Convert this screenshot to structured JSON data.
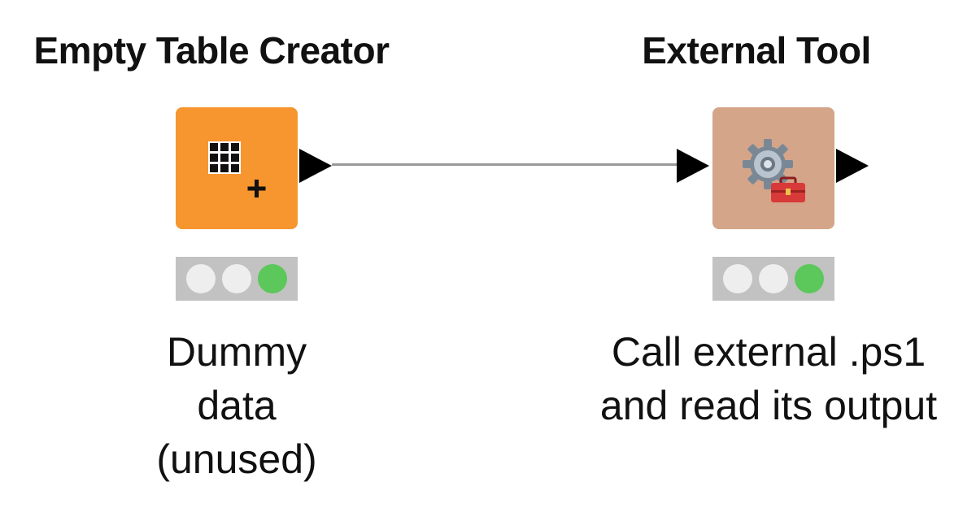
{
  "colors": {
    "source_node": "#f7952f",
    "tool_node": "#d4a589",
    "connection": "#999999",
    "port": "#000000",
    "status_bar": "#c2c2c2",
    "light_off": "#eeeeee",
    "light_on": "#5cc75a"
  },
  "nodes": [
    {
      "title": "Empty Table Creator",
      "icon": "table-plus-icon",
      "status": [
        "off",
        "off",
        "on"
      ],
      "label_lines": [
        "Dummy",
        "data",
        "(unused)"
      ]
    },
    {
      "title": "External Tool",
      "icon": "gear-toolbox-icon",
      "status": [
        "off",
        "off",
        "on"
      ],
      "label_lines": [
        "Call external .ps1",
        "and read its output"
      ]
    }
  ]
}
